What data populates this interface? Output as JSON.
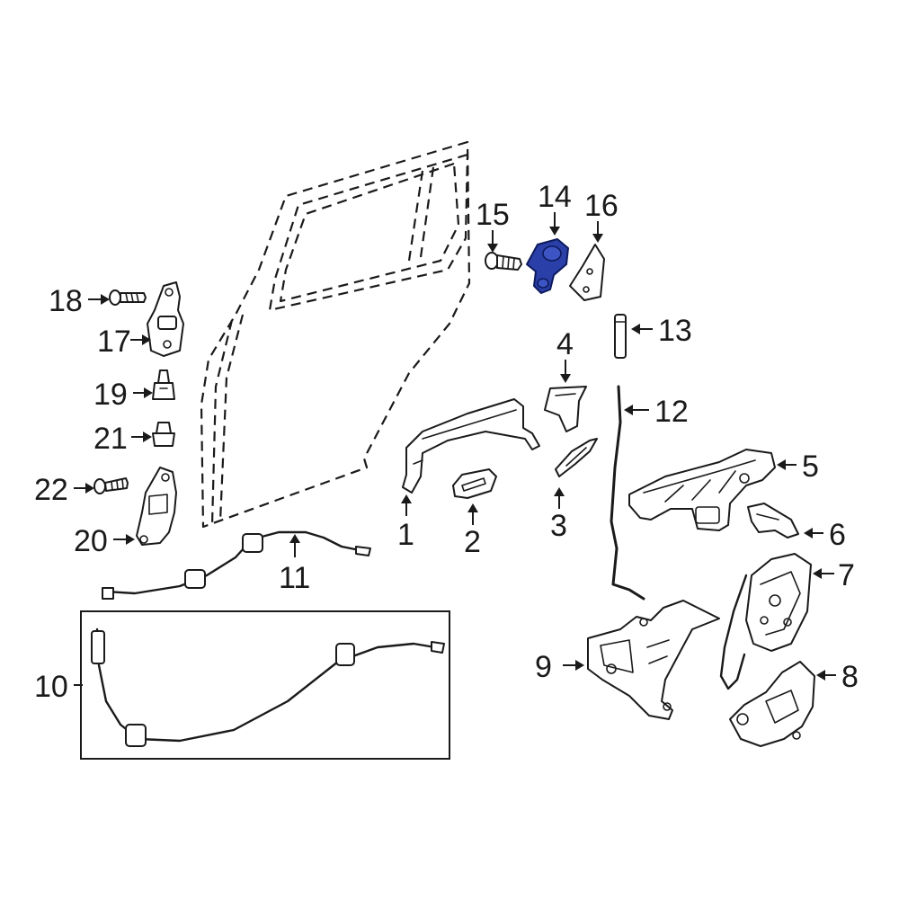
{
  "colors": {
    "line": "#1a1a1a",
    "background": "#ffffff",
    "highlight_fill": "#2a3fa8",
    "highlight_stroke": "#0d1a5c"
  },
  "highlighted_part": "14",
  "callouts": {
    "c1": "1",
    "c2": "2",
    "c3": "3",
    "c4": "4",
    "c5": "5",
    "c6": "6",
    "c7": "7",
    "c8": "8",
    "c9": "9",
    "c10": "10",
    "c11": "11",
    "c12": "12",
    "c13": "13",
    "c14": "14",
    "c15": "15",
    "c16": "16",
    "c17": "17",
    "c18": "18",
    "c19": "19",
    "c20": "20",
    "c21": "21",
    "c22": "22"
  }
}
